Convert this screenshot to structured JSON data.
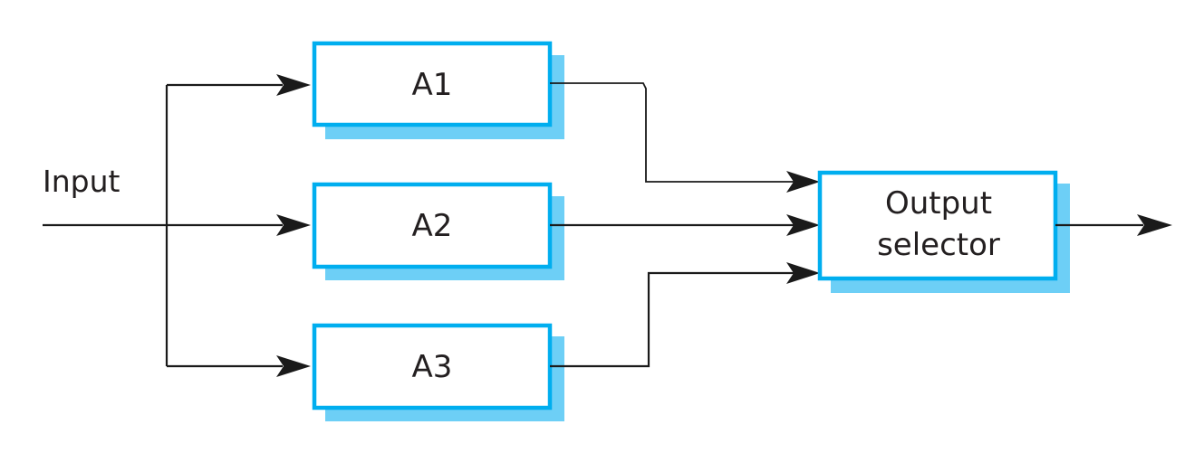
{
  "diagram": {
    "input_label": "Input",
    "nodes": {
      "a1": "A1",
      "a2": "A2",
      "a3": "A3",
      "selector_line1": "Output",
      "selector_line2": "selector"
    },
    "colors": {
      "box_border": "#00aeef",
      "box_shadow": "#6dcff6",
      "line": "#1a1a1a",
      "text": "#231f20"
    }
  }
}
